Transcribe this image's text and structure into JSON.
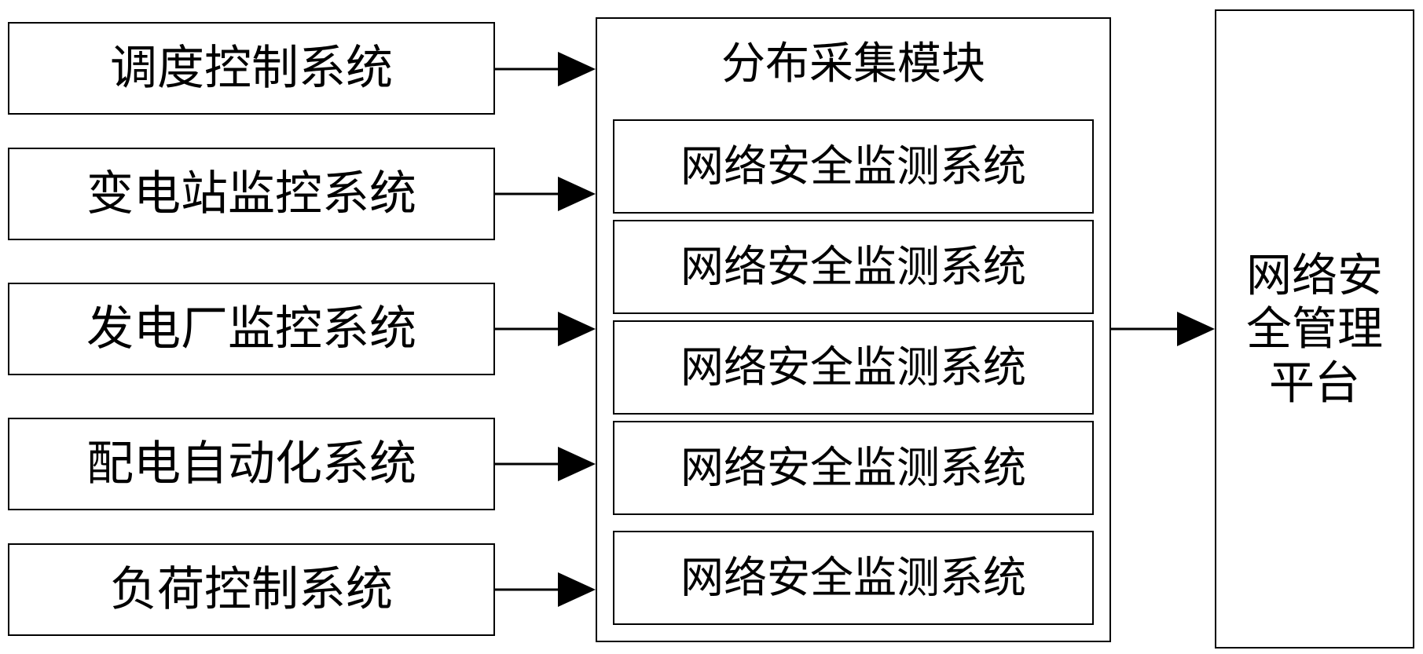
{
  "sources": [
    {
      "id": "dispatch",
      "label": "调度控制系统"
    },
    {
      "id": "substation",
      "label": "变电站监控系统"
    },
    {
      "id": "powerplant",
      "label": "发电厂监控系统"
    },
    {
      "id": "distribution",
      "label": "配电自动化系统"
    },
    {
      "id": "load",
      "label": "负荷控制系统"
    }
  ],
  "module": {
    "title": "分布采集模块",
    "monitors": [
      {
        "label": "网络安全监测系统"
      },
      {
        "label": "网络安全监测系统"
      },
      {
        "label": "网络安全监测系统"
      },
      {
        "label": "网络安全监测系统"
      },
      {
        "label": "网络安全监测系统"
      }
    ]
  },
  "platform": {
    "label": "网络安全管理平台"
  }
}
